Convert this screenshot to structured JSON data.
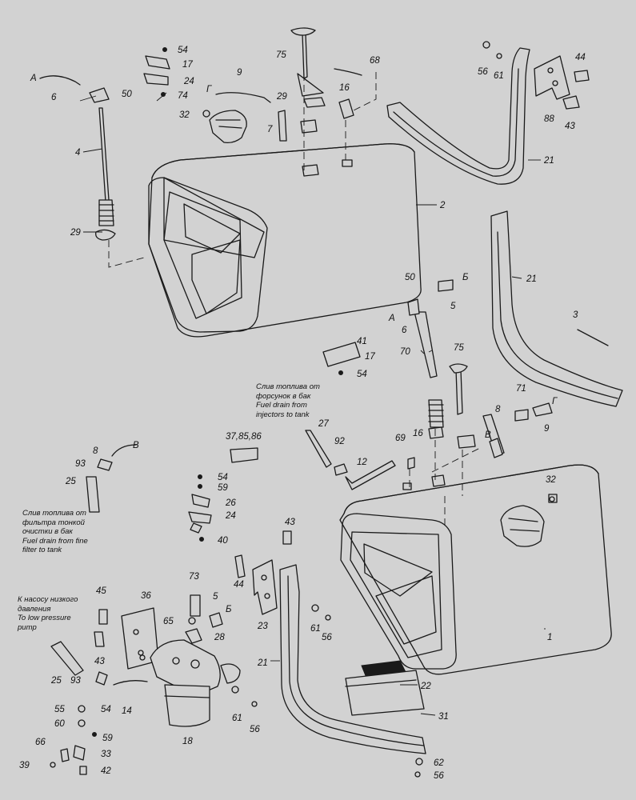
{
  "labels": {
    "l54a": "54",
    "l17a": "17",
    "l24a": "24",
    "l74": "74",
    "l75a": "75",
    "l68": "68",
    "l56a": "56",
    "l61a": "61",
    "l44a": "44",
    "lA1": "А",
    "l6a": "6",
    "l50a": "50",
    "l9a": "9",
    "lG1": "Г",
    "l16a": "16",
    "l29a": "29",
    "l32a": "32",
    "l7": "7",
    "l4": "4",
    "l88": "88",
    "l43a": "43",
    "l21a": "21",
    "l2": "2",
    "l29b": "29",
    "l21b": "21",
    "l3": "3",
    "l50b": "50",
    "lB1": "Б",
    "l5a": "5",
    "lA2": "А",
    "l6b": "6",
    "l41": "41",
    "l17b": "17",
    "l54b": "54",
    "l70": "70",
    "l75b": "75",
    "l71": "71",
    "l8a": "8",
    "lG2": "Г",
    "l9b": "9",
    "l27": "27",
    "lV2": "В",
    "l16b": "16",
    "l69": "69",
    "l92": "92",
    "l12": "12",
    "l37": "37,85,86",
    "l8b": "8",
    "lV1": "В",
    "l93a": "93",
    "l25a": "25",
    "l54c": "54",
    "l59a": "59",
    "l26": "26",
    "l24b": "24",
    "l40": "40",
    "l43b": "43",
    "l32b": "32",
    "l73": "73",
    "l45": "45",
    "l36": "36",
    "l5b": "5",
    "lB2": "Б",
    "l65": "65",
    "l28": "28",
    "l44b": "44",
    "l23": "23",
    "l61b": "61",
    "l56b": "56",
    "l1": "1",
    "l43c": "43",
    "l25b": "25",
    "l93b": "93",
    "l14": "14",
    "l21c": "21",
    "l22": "22",
    "l31": "31",
    "l55": "55",
    "l54d": "54",
    "l60": "60",
    "l59b": "59",
    "l18": "18",
    "l61c": "61",
    "l56c": "56",
    "l66": "66",
    "l33": "33",
    "l39": "39",
    "l42": "42",
    "l62": "62",
    "l56d": "56"
  },
  "notes": {
    "injectors": "Слив топлива от\nфорсунок в бак\nFuel drain from\ninjectors to tank",
    "fine_filter": "Слив топлива от\nфильтра тонкой\nочистки в бак\nFuel drain from fine\nfilter to tank",
    "pump": "К насосу низкого\nдавления\nTo low pressure\npump"
  }
}
